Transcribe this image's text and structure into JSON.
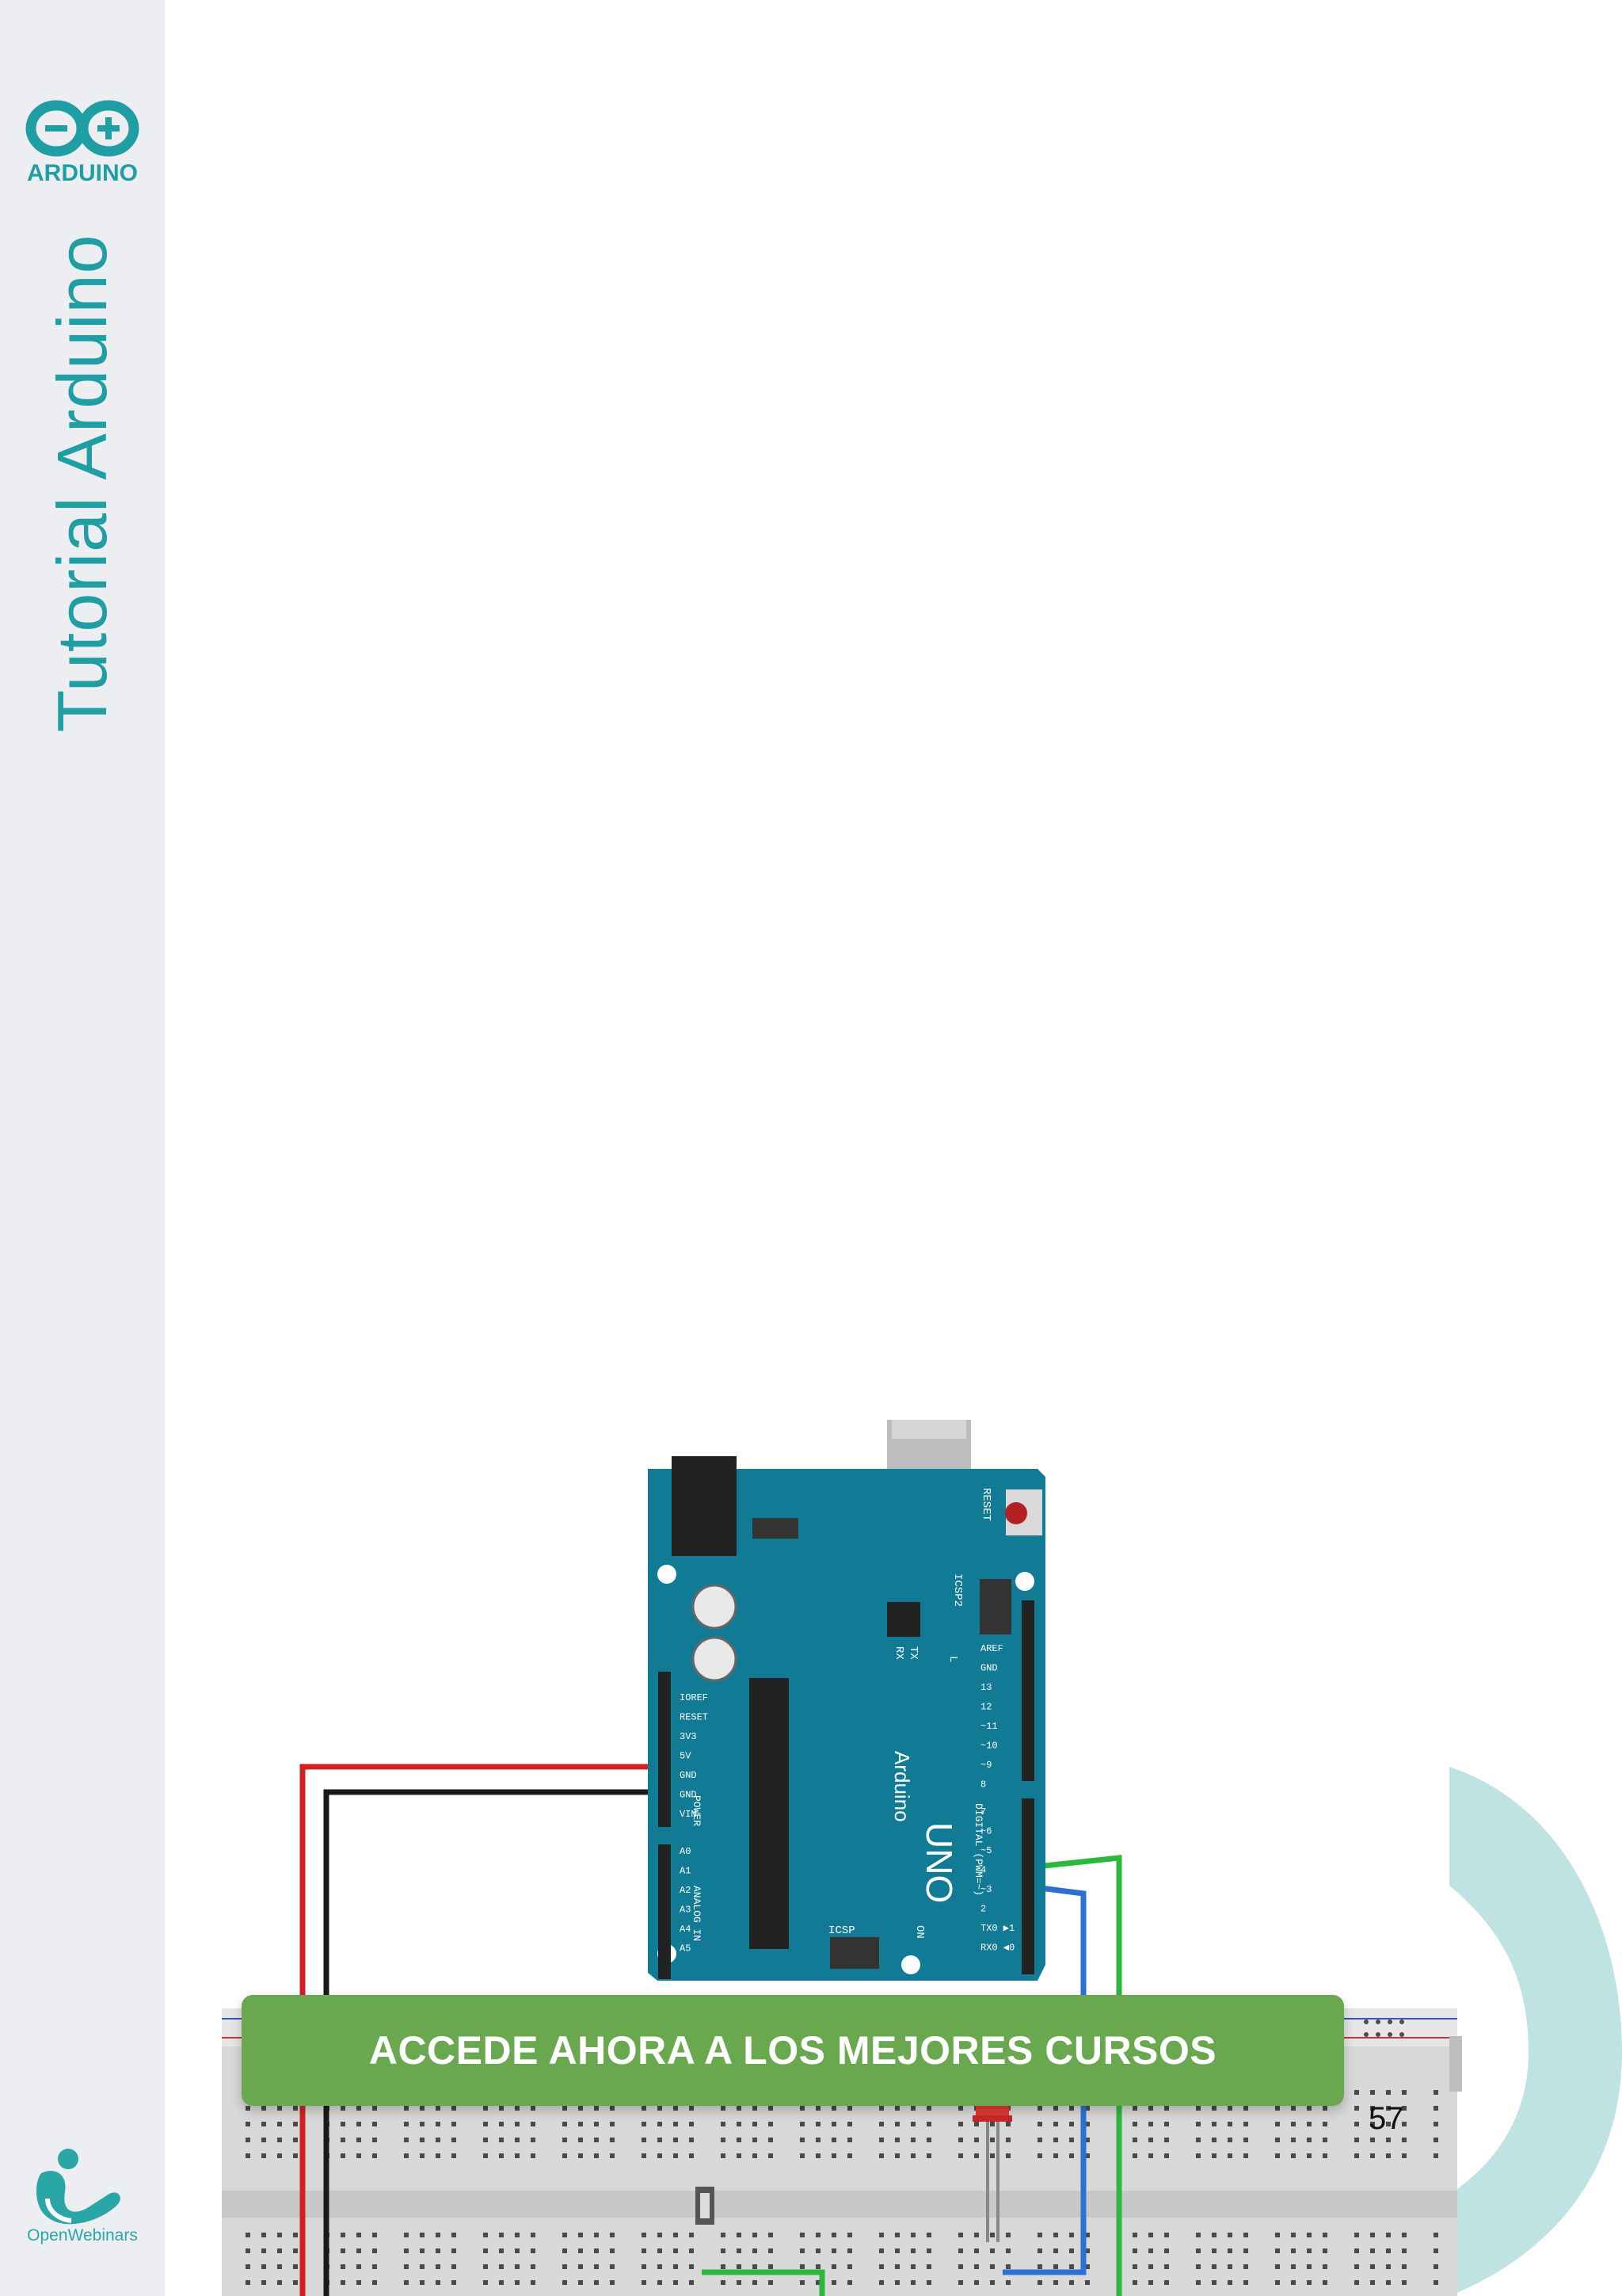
{
  "sidebar": {
    "logo_text": "ARDUINO",
    "title": "Tutorial Arduino",
    "footer_logo_text": "OpenWebinars"
  },
  "board": {
    "brand": "Arduino",
    "model": "UNO",
    "reset_label": "RESET",
    "icsp2_label": "ICSP2",
    "icsp_label": "ICSP",
    "tx_label": "TX",
    "rx_label": "RX",
    "l_label": "L",
    "on_label": "ON",
    "power_label": "POWER",
    "analog_label": "ANALOG IN",
    "digital_label": "DIGITAL (PWM=~)",
    "power_pins": [
      "IOREF",
      "RESET",
      "3V3",
      "5V",
      "GND",
      "GND",
      "VIN"
    ],
    "analog_pins": [
      "A0",
      "A1",
      "A2",
      "A3",
      "A4",
      "A5"
    ],
    "digital_pins_top": [
      "AREF",
      "GND",
      "13",
      "12",
      "~11",
      "~10",
      "~9",
      "8"
    ],
    "digital_pins_bottom": [
      "7",
      "~6",
      "~5",
      "4",
      "~3",
      "2",
      "TX0 ▶1",
      "RX0 ◀0"
    ]
  },
  "cta": {
    "label": "ACCEDE AHORA A LOS MEJORES CURSOS"
  },
  "page": {
    "number": "57"
  },
  "colors": {
    "sidebar_bg": "#eceef1",
    "brand_teal": "#1f9ea3",
    "board_blue": "#117b96",
    "cta_green": "#6aa84f",
    "wire_red": "#d42020",
    "wire_black": "#1a1a1a",
    "wire_green": "#2db83d",
    "wire_blue": "#2e6fd6",
    "deco_arc": "#bfe3e3"
  }
}
